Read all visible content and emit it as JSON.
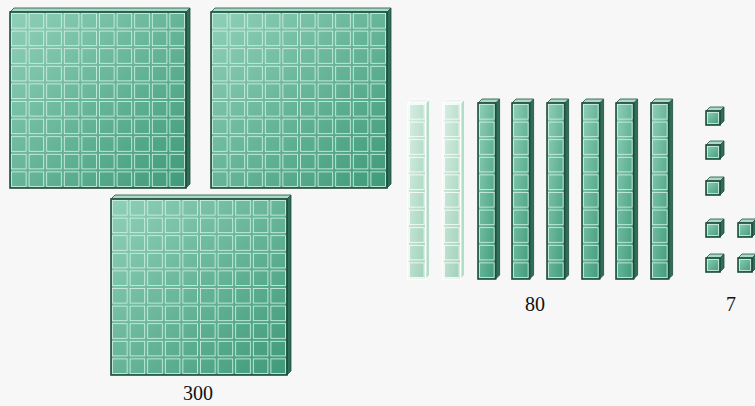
{
  "diagram": {
    "labels": [
      "300",
      "80",
      "7"
    ]
  }
}
